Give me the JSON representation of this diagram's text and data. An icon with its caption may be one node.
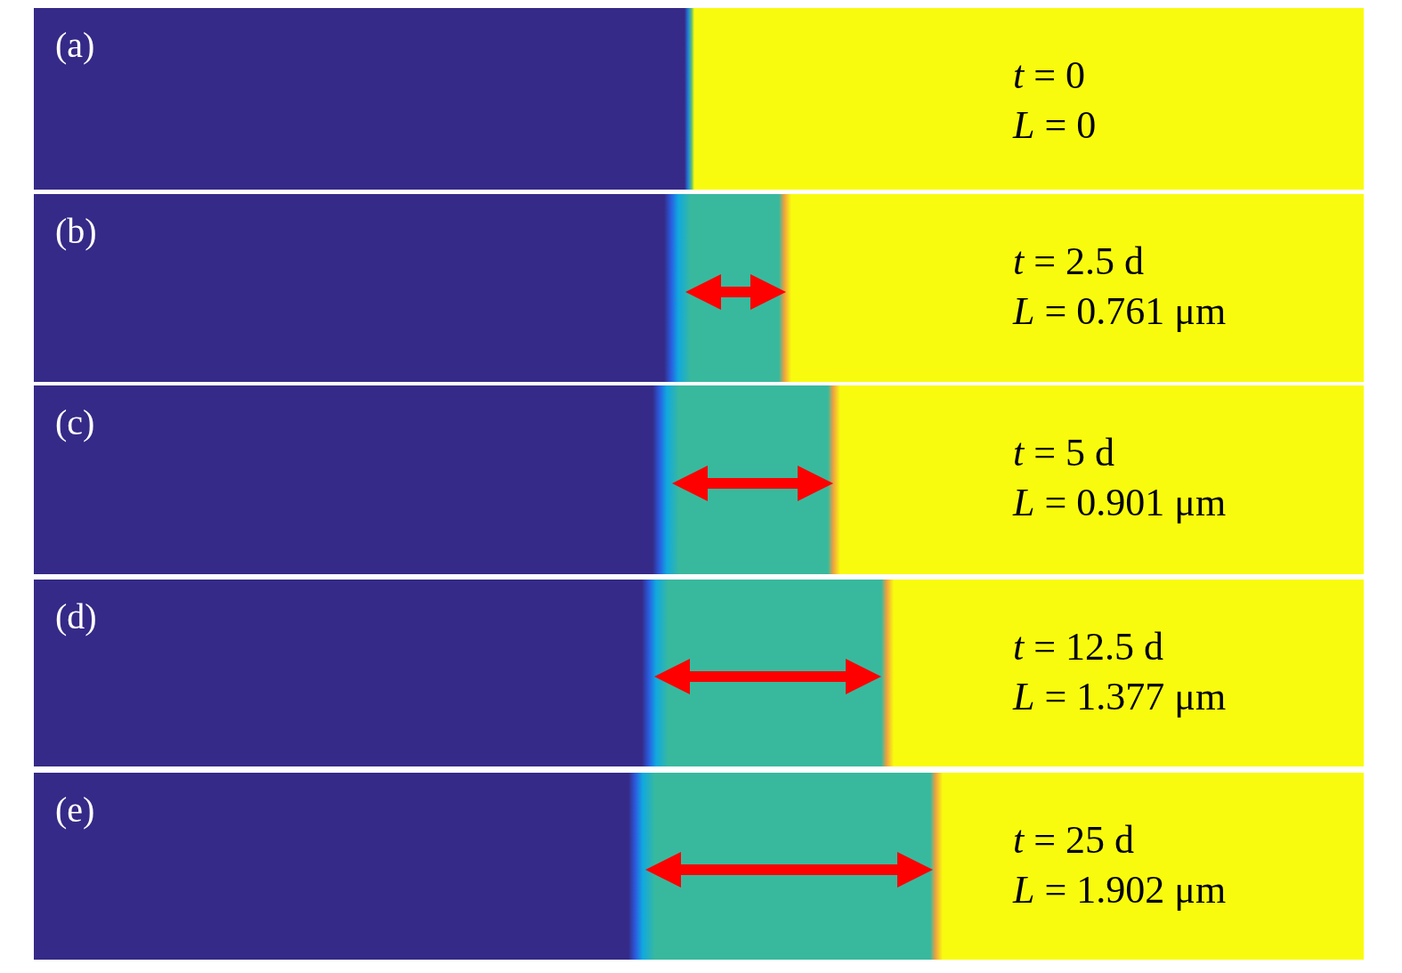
{
  "diagram": {
    "labels": [
      "(a)",
      "*t* = 0",
      "*L* = 0",
      "(b)",
      "*t* = 2.5 d",
      "*L* = 0.761 μm",
      "(c)",
      "*t* = 5 d",
      "*L* = 0.901 μm",
      "(d)",
      "*t* = 12.5 d",
      "*L* = 1.377 μm",
      "(e)",
      "*t* = 25 d",
      "*L* = 1.902 μm"
    ]
  }
}
